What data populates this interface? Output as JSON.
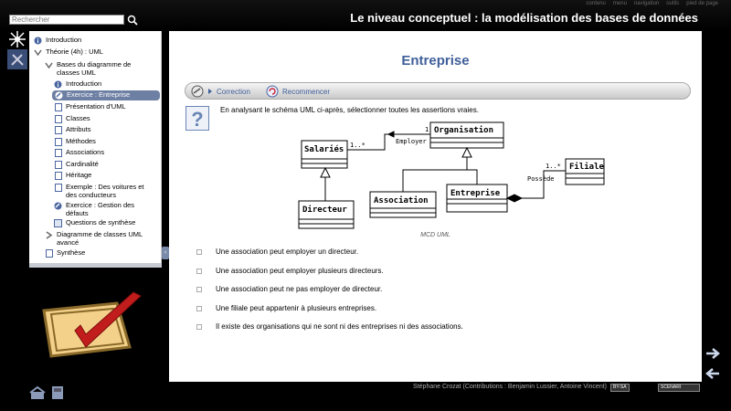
{
  "top": {
    "search_placeholder": "Rechercher",
    "title": "Le niveau conceptuel : la modélisation des bases de données",
    "links": [
      "contenu",
      "menu",
      "navigation",
      "outils",
      "pied de page"
    ]
  },
  "sidebar": {
    "items": [
      {
        "label": "Introduction"
      },
      {
        "label": "Théorie (4h) : UML"
      },
      {
        "label": "Bases du diagramme de classes UML"
      },
      {
        "label": "Introduction"
      },
      {
        "label": "Exercice : Entreprise"
      },
      {
        "label": "Présentation d'UML"
      },
      {
        "label": "Classes"
      },
      {
        "label": "Attributs"
      },
      {
        "label": "Méthodes"
      },
      {
        "label": "Associations"
      },
      {
        "label": "Cardinalité"
      },
      {
        "label": "Héritage"
      },
      {
        "label": "Exemple : Des voitures et des conducteurs"
      },
      {
        "label": "Exercice : Gestion des défauts"
      },
      {
        "label": "Questions de synthèse"
      },
      {
        "label": "Diagramme de classes UML avancé"
      },
      {
        "label": "Synthèse"
      }
    ],
    "collapse_glyph": "‹"
  },
  "main": {
    "title": "Entreprise",
    "toolbar": {
      "correction": "Correction",
      "restart": "Recommencer"
    },
    "question": "En analysant le schéma UML ci-après, sélectionner toutes les assertions vraies.",
    "diagram": {
      "classes": [
        "Salariés",
        "Organisation",
        "Filiale",
        "Directeur",
        "Association",
        "Entreprise"
      ],
      "labels": {
        "employer": "Employer",
        "possede": "Possède",
        "mult_1": "1",
        "mult_1n": "1..*",
        "mult_1n_b": "1..*"
      }
    },
    "caption": "MCD UML",
    "answers": [
      "Une association peut employer un directeur.",
      "Une association peut employer plusieurs directeurs.",
      "Une association peut ne pas employer de directeur.",
      "Une filiale peut appartenir à plusieurs entreprises.",
      "Il existe des organisations qui ne sont ni des entreprises ni des associations."
    ]
  },
  "footer": {
    "credits": "Stéphane Crozat (Contributions : Benjamin Lussier, Antoine Vincent)",
    "license_badge": "BY-SA",
    "brand_badge": "SCENARI"
  },
  "colors": {
    "accent": "#3f5f9a",
    "selected": "#6d7fa3"
  }
}
